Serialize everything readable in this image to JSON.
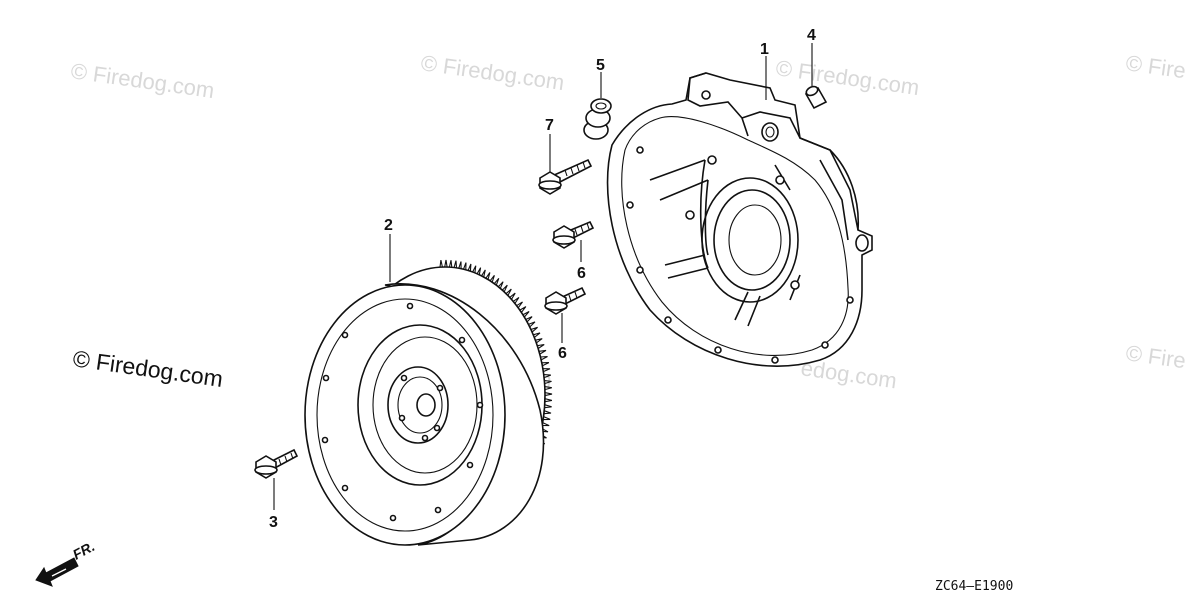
{
  "watermarks": {
    "faint_text": "© Firedog.com",
    "faint_partial": "© Fire",
    "faint_partial_2": "edog.com",
    "bold_text": "© Firedog.com"
  },
  "callouts": {
    "c1": "1",
    "c2": "2",
    "c3": "3",
    "c4": "4",
    "c5": "5",
    "c6a": "6",
    "c6b": "6",
    "c7": "7"
  },
  "direction": {
    "label": "FR."
  },
  "diagram_code": "ZC64–E1900"
}
